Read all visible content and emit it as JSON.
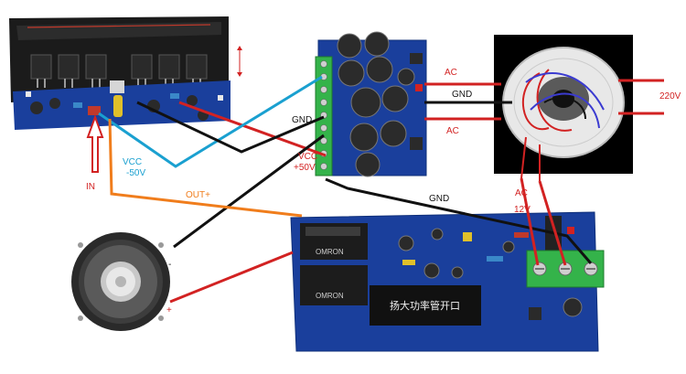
{
  "colors": {
    "ac_label": "#d22222",
    "vcc_pos": "#d22222",
    "vcc_neg": "#1aa0d0",
    "gnd": "#111111",
    "out": "#f07d1c",
    "in_arrow": "#d22222",
    "pcb_blue": "#1a3f9c",
    "heatsink": "#1b1b1b",
    "terminal_green": "#34b34a"
  },
  "labels": {
    "ac_top": "AC",
    "gnd_top": "GND",
    "ac_bottom": "AC",
    "v220": "220V",
    "gnd_mid": "GND",
    "vcc_pos_line1": "VCC",
    "vcc_pos_line2": "+50V",
    "vcc_neg_line1": "VCC",
    "vcc_neg_line2": "-50V",
    "in": "IN",
    "out_plus": "OUT+",
    "gnd_bottom": "GND",
    "ac12_line1": "AC",
    "ac12_line2": "12V",
    "speaker_minus": "-",
    "speaker_plus": "+",
    "protect_board_sticker": "扬大功率管开口",
    "relay_text": "OMRON"
  },
  "components": [
    "amplifier-board",
    "power-supply-board",
    "toroidal-transformer",
    "speaker",
    "speaker-protection-board"
  ]
}
